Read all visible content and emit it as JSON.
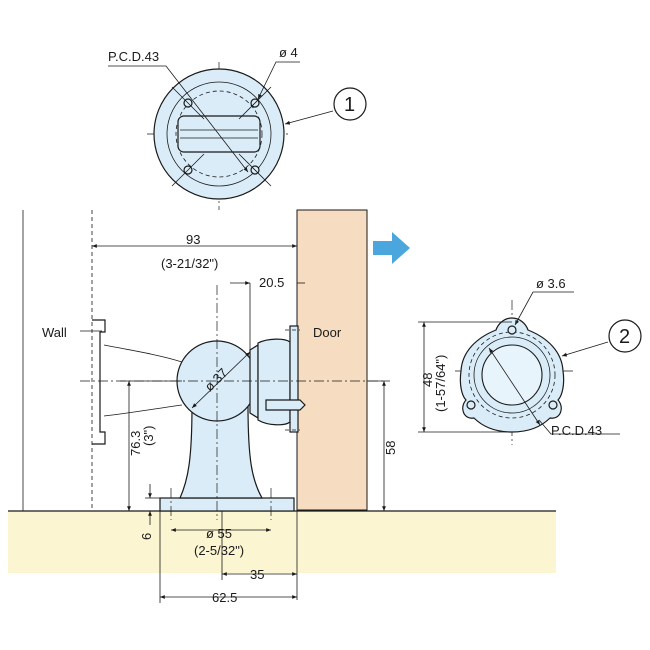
{
  "colors": {
    "floor": "#fbf5d2",
    "door": "#f6dcc0",
    "part": "#d9ecf8",
    "arrow": "#4aa6dd",
    "line": "#1a1a1a"
  },
  "top_view": {
    "pcd_label": "P.C.D.43",
    "hole_label": "ø 4",
    "callout": "1"
  },
  "side_view": {
    "wall_label": "Wall",
    "door_label": "Door",
    "dim_93": "93",
    "dim_93_in": "(3-21/32\")",
    "dim_20_5": "20.5",
    "dim_37": "ø 37",
    "dim_76_3": "76.3",
    "dim_76_3_in": "(3\")",
    "dim_58": "58",
    "dim_6": "6",
    "dim_55": "ø 55",
    "dim_55_in": "(2-5/32\")",
    "dim_35": "35",
    "dim_62_5": "62.5"
  },
  "door_view": {
    "hole_label": "ø 3.6",
    "dim_48": "48",
    "dim_48_in": "(1-57/64\")",
    "pcd_label": "P.C.D.43",
    "callout": "2"
  }
}
